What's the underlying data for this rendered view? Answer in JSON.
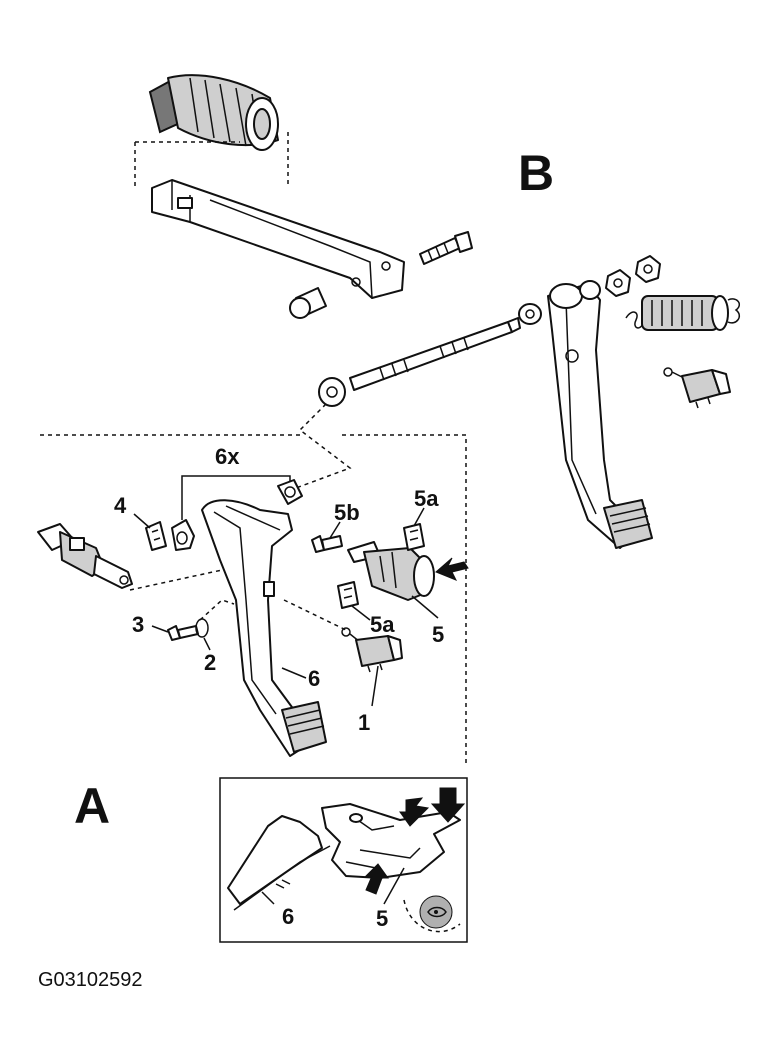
{
  "figure_id": "G03102592",
  "sections": {
    "a": "A",
    "b": "B"
  },
  "callouts": {
    "c1": "1",
    "c2": "2",
    "c3": "3",
    "c4": "4",
    "c5": "5",
    "c5a_top": "5a",
    "c5a_bottom": "5a",
    "c5b": "5b",
    "c6": "6",
    "c6x": "6x",
    "detail_5": "5",
    "detail_6": "6"
  },
  "colors": {
    "line": "#111111",
    "fill_grey": "#cfcfcf",
    "detail_badge": "#b0b0b0"
  },
  "icons": {
    "detail_badge": "magnifier-badge-icon",
    "arrows": "solid-arrow-icon"
  }
}
